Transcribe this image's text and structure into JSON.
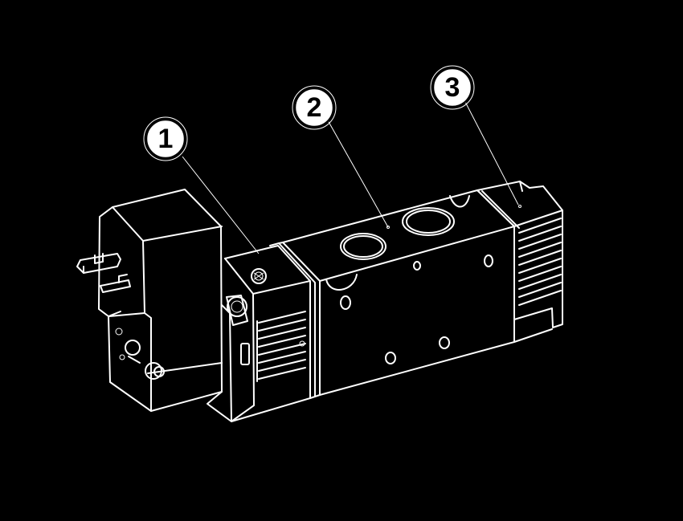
{
  "callouts": [
    {
      "id": "1",
      "label": "1"
    },
    {
      "id": "2",
      "label": "2"
    },
    {
      "id": "3",
      "label": "3"
    }
  ],
  "colors": {
    "background": "#000000",
    "line": "#ffffff",
    "callout_fill": "#ffffff",
    "callout_text": "#000000"
  }
}
